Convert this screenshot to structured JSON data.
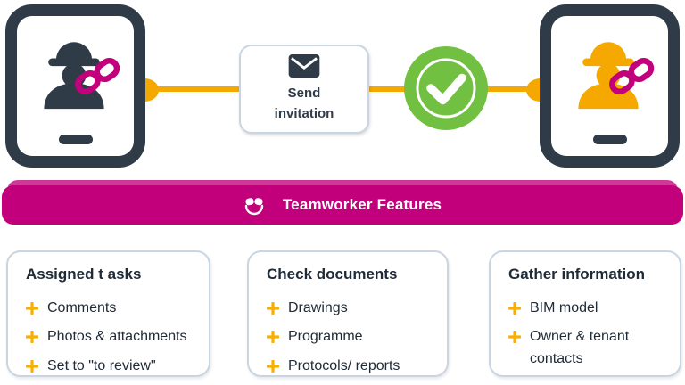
{
  "colors": {
    "dark": "#303B48",
    "yellow": "#F5A800",
    "plus_yellow": "#F8AF00",
    "magenta": "#C2007B",
    "magenta_light": "#CB3A95",
    "green": "#72C041",
    "card_border": "#C9D5E1",
    "text": "#202B38"
  },
  "flow": {
    "send_card": {
      "label": "Send invitation"
    }
  },
  "banner": {
    "title": "Teamworker Features"
  },
  "cards": [
    {
      "title": "Assigned t asks",
      "items": [
        "Comments",
        "Photos & attachments",
        "Set to \"to review\""
      ]
    },
    {
      "title": "Check documents",
      "items": [
        "Drawings",
        "Programme",
        "Protocols/ reports"
      ]
    },
    {
      "title": "Gather information",
      "items": [
        "BIM model",
        "Owner & tenant contacts"
      ]
    }
  ]
}
